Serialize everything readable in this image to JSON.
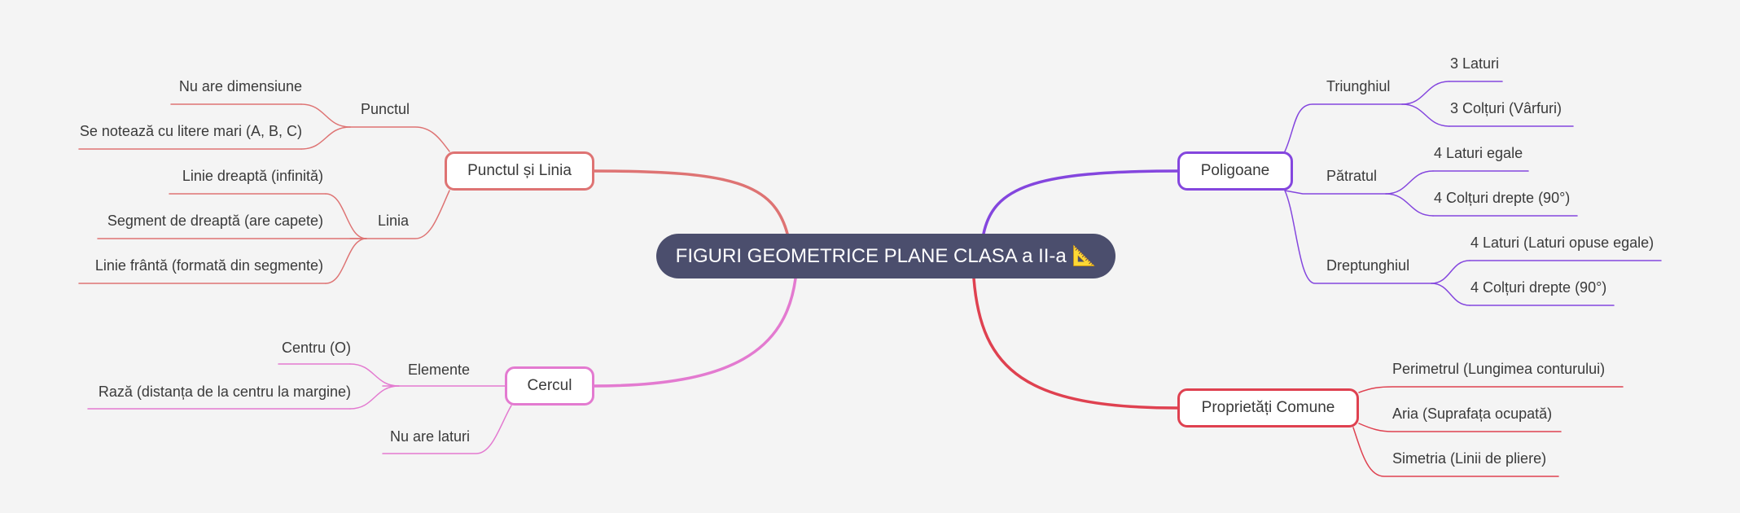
{
  "root": {
    "title": "FIGURI GEOMETRICE PLANE CLASA a II-a",
    "icon": "triangular-ruler-icon",
    "emoji": "📐"
  },
  "colors": {
    "background": "#f4f4f4",
    "root": "#4b4e6d",
    "punctul_si_linia": "#de7373",
    "cercul": "#e37ad0",
    "poligoane": "#8446de",
    "proprietati": "#df4150"
  },
  "branches": {
    "punctul_si_linia": {
      "label": "Punctul și Linia",
      "punctul": {
        "label": "Punctul",
        "items": [
          "Nu are dimensiune",
          "Se notează cu litere mari (A, B, C)"
        ]
      },
      "linia": {
        "label": "Linia",
        "items": [
          "Linie dreaptă (infinită)",
          "Segment de dreaptă (are capete)",
          "Linie frântă (formată din segmente)"
        ]
      }
    },
    "cercul": {
      "label": "Cercul",
      "elemente": {
        "label": "Elemente",
        "items": [
          "Centru (O)",
          "Rază (distanța de la centru la margine)"
        ]
      },
      "nu_are_laturi": "Nu are laturi"
    },
    "poligoane": {
      "label": "Poligoane",
      "triunghiul": {
        "label": "Triunghiul",
        "items": [
          "3 Laturi",
          "3 Colțuri (Vârfuri)"
        ]
      },
      "patratul": {
        "label": "Pătratul",
        "items": [
          "4 Laturi egale",
          "4 Colțuri drepte (90°)"
        ]
      },
      "dreptunghiul": {
        "label": "Dreptunghiul",
        "items": [
          "4 Laturi (Laturi opuse egale)",
          "4 Colțuri drepte (90°)"
        ]
      }
    },
    "proprietati": {
      "label": "Proprietăți Comune",
      "items": [
        "Perimetrul (Lungimea conturului)",
        "Aria (Suprafața ocupată)",
        "Simetria (Linii de pliere)"
      ]
    }
  }
}
